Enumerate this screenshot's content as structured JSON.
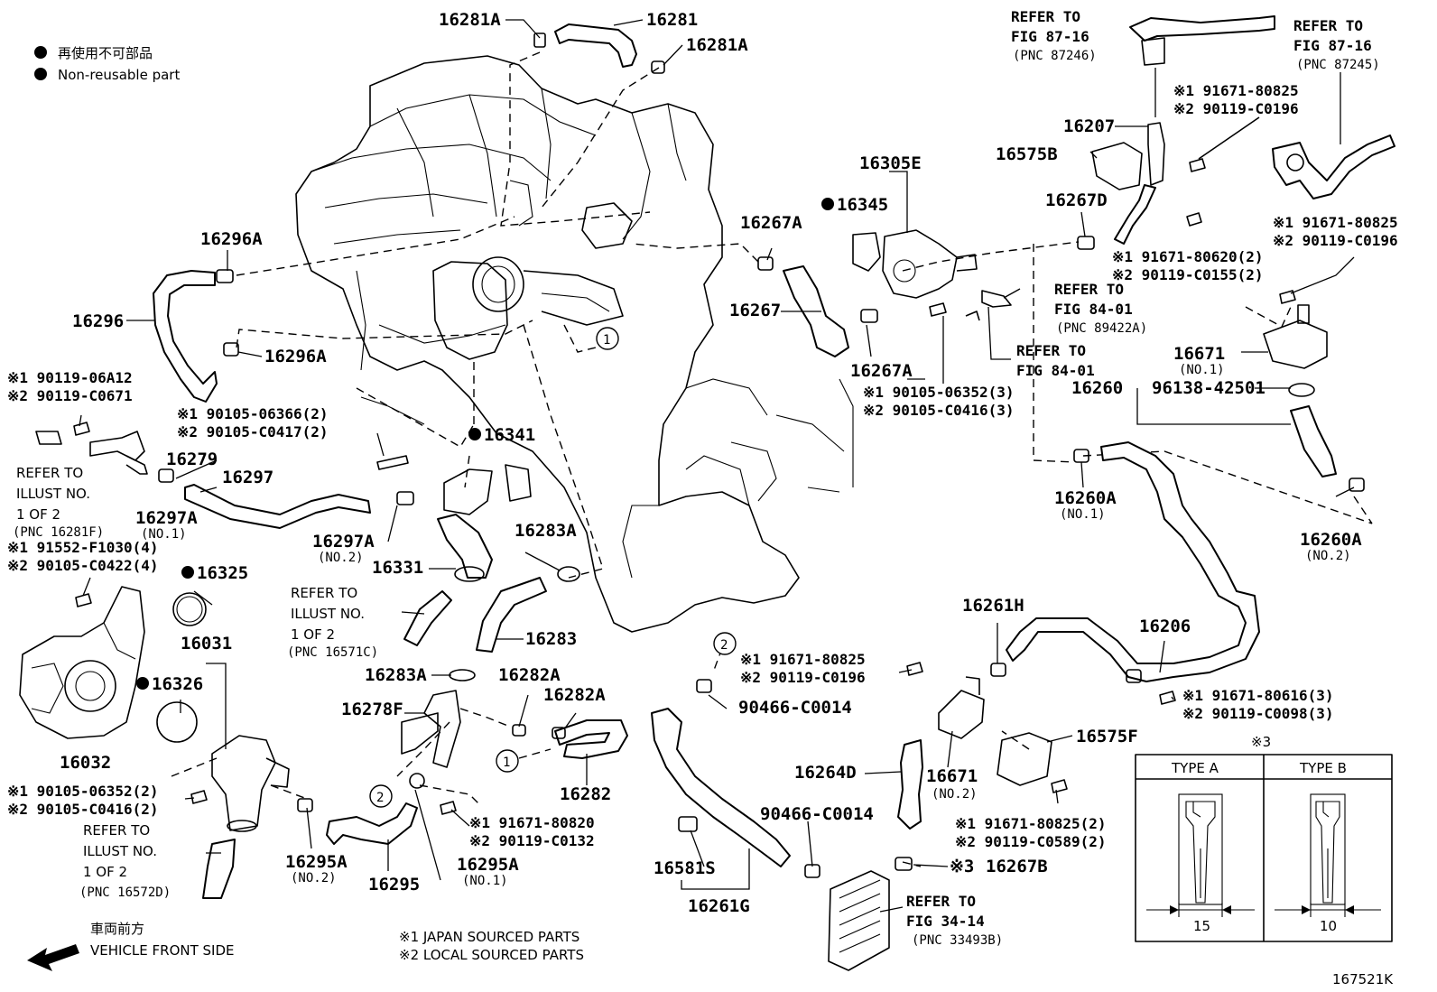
{
  "legend": {
    "line_jp": "再使用不可部品",
    "line_en": "Non-reusable part"
  },
  "front": {
    "jp": "車両前方",
    "en": "VEHICLE FRONT SIDE"
  },
  "footnotes": {
    "n1": "※1  JAPAN SOURCED PARTS",
    "n2": "※2  LOCAL SOURCED PARTS"
  },
  "figure_id": "167521K",
  "type_table": {
    "mark": "※3",
    "type_a": "TYPE A",
    "type_b": "TYPE B",
    "dim_a": "15",
    "dim_b": "10"
  },
  "callouts": {
    "c1": "1",
    "c2": "2"
  },
  "parts": {
    "p16281A_1": "16281A",
    "p16281": "16281",
    "p16281A_2": "16281A",
    "p16296A_1": "16296A",
    "p16296": "16296",
    "p16296A_2": "16296A",
    "p16279": "16279",
    "p16297": "16297",
    "p16297A_1": "16297A",
    "p16297A_1_sub": "(NO.1)",
    "p16297A_2": "16297A",
    "p16297A_2_sub": "(NO.2)",
    "p16341": "16341",
    "p16331": "16331",
    "p16283A_1": "16283A",
    "p16283": "16283",
    "p16283A_2": "16283A",
    "p16325": "16325",
    "p16031": "16031",
    "p16326": "16326",
    "p16032": "16032",
    "p16278F": "16278F",
    "p16282A_1": "16282A",
    "p16282A_2": "16282A",
    "p16282": "16282",
    "p16295A_1": "16295A",
    "p16295A_1_sub": "(NO.2)",
    "p16295": "16295",
    "p16295A_2": "16295A",
    "p16295A_2_sub": "(NO.1)",
    "p16267A_1": "16267A",
    "p16267": "16267",
    "p16267A_2": "16267A",
    "p16345": "16345",
    "p16305E": "16305E",
    "p16267D": "16267D",
    "p16207": "16207",
    "p16575B": "16575B",
    "p16671_1": "16671",
    "p16671_1_sub": "(NO.1)",
    "p16260": "16260",
    "p96138": "96138-42501",
    "p16260A_1": "16260A",
    "p16260A_1_sub": "(NO.1)",
    "p16260A_2": "16260A",
    "p16260A_2_sub": "(NO.2)",
    "p16261H": "16261H",
    "p16206": "16206",
    "p90466_1": "90466-C0014",
    "p90466_2": "90466-C0014",
    "p16264D": "16264D",
    "p16671_2": "16671",
    "p16671_2_sub": "(NO.2)",
    "p16575F": "16575F",
    "p16581S": "16581S",
    "p16261G": "16261G",
    "p16267B": "16267B",
    "p16267B_mark": "※3"
  },
  "bolts": {
    "b_top_1": "※1  91671-80825",
    "b_top_2": "※2  90119-C0196",
    "b_mid_1": "※1  91671-80620(2)",
    "b_mid_2": "※2  90119-C0155(2)",
    "b_right_1": "※1  91671-80825",
    "b_right_2": "※2  90119-C0196",
    "b_305_1": "※1 90105-06352(3)",
    "b_305_2": "※2 90105-C0416(3)",
    "b_left_1": "※1 90119-06A12",
    "b_left_2": "※2 90119-C0671",
    "b_366_1": "※1 90105-06366(2)",
    "b_366_2": "※2 90105-C0417(2)",
    "b_552_1": "※1  91552-F1030(4)",
    "b_552_2": "※2 90105-C0422(4)",
    "b_031_1": "※1 90105-06352(2)",
    "b_031_2": "※2 90105-C0416(2)",
    "b_820_1": "※1  91671-80820",
    "b_820_2": "※2  90119-C0132",
    "b_c196_1": "※1  91671-80825",
    "b_c196_2": "※2  90119-C0196",
    "b_616_1": "※1  91671-80616(3)",
    "b_616_2": "※2  90119-C0098(3)",
    "b_589_1": "※1  91671-80825(2)",
    "b_589_2": "※2  90119-C0589(2)"
  },
  "refs": {
    "r8716a_1": "REFER TO",
    "r8716a_2": "FIG 87-16",
    "r8716a_3": "(PNC 87246)",
    "r8716b_1": "REFER TO",
    "r8716b_2": "FIG 87-16",
    "r8716b_3": "(PNC 87245)",
    "r8401a_1": "REFER TO",
    "r8401a_2": "FIG 84-01",
    "r8401a_3": "(PNC 89422A)",
    "r8401b_1": "REFER TO",
    "r8401b_2": "FIG 84-01",
    "rill_a_1": "REFER TO",
    "rill_a_2": "ILLUST NO.",
    "rill_a_3": "1 OF 2",
    "rill_a_4": "(PNC 16281F)",
    "rill_b_1": "REFER TO",
    "rill_b_2": "ILLUST NO.",
    "rill_b_3": "1 OF 2",
    "rill_b_4": "(PNC 16571C)",
    "rill_c_1": "REFER TO",
    "rill_c_2": "ILLUST NO.",
    "rill_c_3": "1 OF 2",
    "rill_c_4": "(PNC 16572D)",
    "r3414_1": "REFER TO",
    "r3414_2": "FIG 34-14",
    "r3414_3": "(PNC 33493B)"
  }
}
